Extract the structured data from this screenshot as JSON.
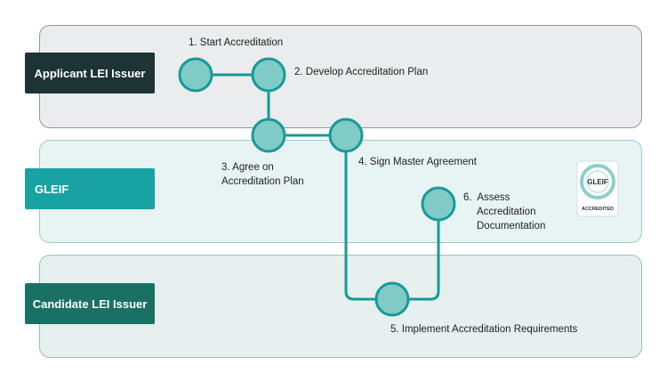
{
  "lanes": {
    "applicant": "Applicant LEI Issuer",
    "gleif": "GLEIF",
    "candidate": "Candidate LEI Issuer"
  },
  "steps": {
    "s1": "1. Start Accreditation",
    "s2": "2. Develop Accreditation Plan",
    "s3_line1": "3. Agree on",
    "s3_line2": "Accreditation Plan",
    "s4": "4. Sign Master Agreement",
    "s6_line1": "6.  Assess",
    "s6_line2": "Accreditation",
    "s6_line3": "Documentation",
    "s5": "5. Implement Accreditation Requirements"
  },
  "badge": {
    "top_text": "GLEIF",
    "bottom_text": "ACCREDITED"
  },
  "colors": {
    "node_fill": "#80cbc6",
    "node_stroke": "#169a99",
    "connector": "#169a99"
  }
}
